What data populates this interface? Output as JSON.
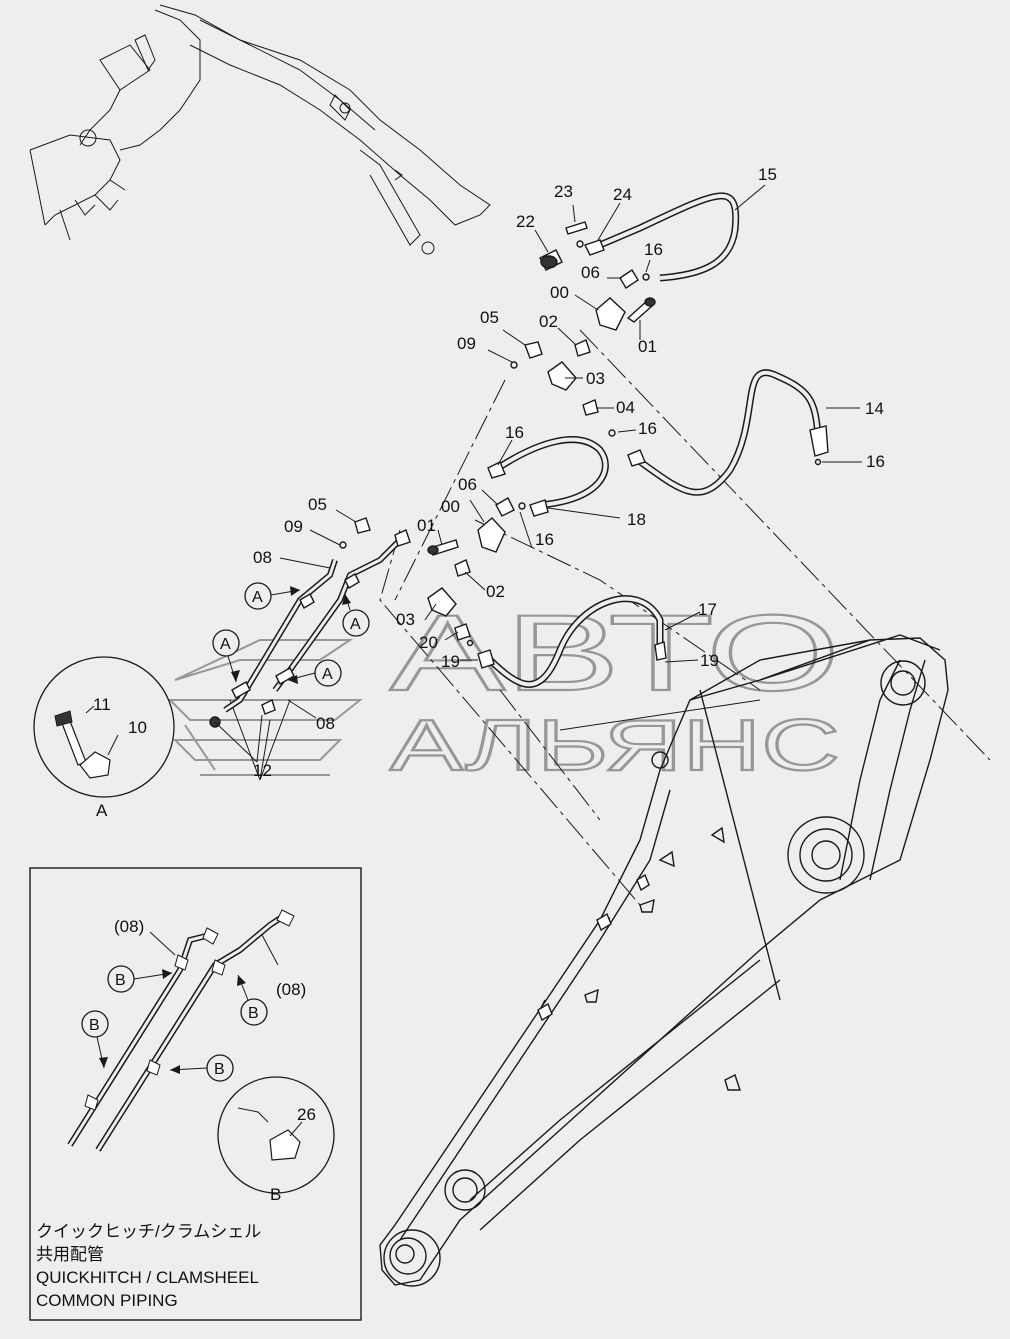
{
  "part_labels": {
    "l23": "23",
    "l24": "24",
    "l15": "15",
    "l22": "22",
    "l16a": "16",
    "l06a": "06",
    "l00a": "00",
    "l01a": "01",
    "l05a": "05",
    "l02a": "02",
    "l09a": "09",
    "l03a": "03",
    "l04": "04",
    "l16b": "16",
    "l14": "14",
    "l16c": "16",
    "l16d": "16",
    "l06b": "06",
    "l00b": "00",
    "l18": "18",
    "l05b": "05",
    "l01b": "01",
    "l16e": "16",
    "l09b": "09",
    "l08a": "08",
    "l02b": "02",
    "l17": "17",
    "l03b": "03",
    "l20": "20",
    "l19a": "19",
    "l19b": "19",
    "l11": "11",
    "l10": "10",
    "l08b": "08",
    "l12": "12",
    "l26": "26"
  },
  "callouts": {
    "a1": "A",
    "a2": "A",
    "a3": "A",
    "a4": "A",
    "detail_a": "A",
    "b1": "B",
    "b2": "B",
    "b3": "B",
    "b4": "B",
    "detail_b": "B"
  },
  "inset": {
    "ref08_left": "(08)",
    "ref08_right": "(08)",
    "caption_jp_line1": "クイックヒッチ/クラムシェル",
    "caption_jp_line2": "共用配管",
    "caption_en_line1": "QUICKHITCH / CLAMSHEEL",
    "caption_en_line2": "COMMON  PIPING"
  },
  "watermark": {
    "line1": "АВТО",
    "line2": "АЛЬЯНС"
  }
}
